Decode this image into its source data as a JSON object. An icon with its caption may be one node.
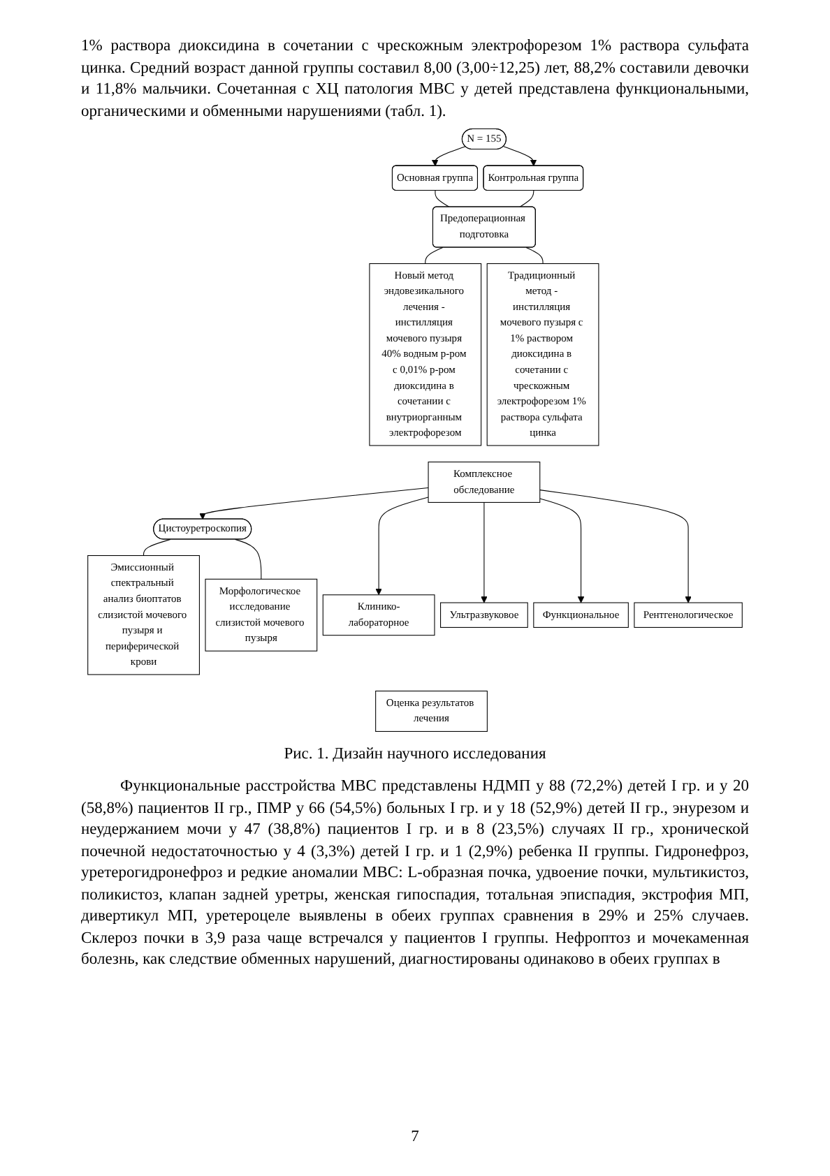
{
  "diagram": {
    "caption": "Рис. 1. Дизайн научного исследования",
    "nodes": [
      {
        "text": [
          "N = 155"
        ]
      },
      {
        "text": [
          "Основная группа"
        ]
      },
      {
        "text": [
          "Контрольная группа"
        ]
      },
      {
        "text": [
          "Предоперационная подготовка"
        ]
      },
      {
        "text": [
          "Новый метод эндовезикального лечения - инстилляция мочевого пузыря 40% водным р-ром с 0,01% р-ром диоксидина в сочетании с внутриорганным электрофорезом"
        ]
      },
      {
        "text": [
          "Традиционный метод - инстилляция мочевого пузыря с 1% раствором диоксидина в сочетании с чрескожным электрофорезом 1% раствора сульфата цинка"
        ]
      },
      {
        "text": [
          "Комплексное обследование"
        ]
      },
      {
        "text": [
          "Цистоуретроскопия"
        ]
      },
      {
        "text": [
          "Эмиссионный спектральный анализ биоптатов слизистой мочевого пузыря и периферической крови"
        ]
      },
      {
        "text": [
          "Морфологическое исследование слизистой мочевого пузыря"
        ]
      },
      {
        "text": [
          "Клинико-лабораторное"
        ]
      },
      {
        "text": [
          "Ультразвуковое"
        ]
      },
      {
        "text": [
          "Функциональное"
        ]
      },
      {
        "text": [
          "Рентгенологическое"
        ]
      },
      {
        "text": [
          "Оценка результатов лечения"
        ]
      }
    ],
    "edges": [
      {
        "from": 0,
        "to": 1,
        "arrow": "to"
      },
      {
        "from": 0,
        "to": 2,
        "arrow": "to"
      },
      {
        "from": 1,
        "to": 3,
        "arrow": "none"
      },
      {
        "from": 2,
        "to": 3,
        "arrow": "none"
      },
      {
        "from": 3,
        "to": 4,
        "arrow": "none"
      },
      {
        "from": 3,
        "to": 5,
        "arrow": "none"
      },
      {
        "from": 6,
        "to": 7,
        "arrow": "to"
      },
      {
        "from": 6,
        "to": 10,
        "arrow": "to"
      },
      {
        "from": 6,
        "to": 11,
        "arrow": "to"
      },
      {
        "from": 6,
        "to": 12,
        "arrow": "to"
      },
      {
        "from": 6,
        "to": 13,
        "arrow": "to"
      },
      {
        "from": 7,
        "to": 8,
        "arrow": "none"
      },
      {
        "from": 7,
        "to": 9,
        "arrow": "none"
      }
    ],
    "labels": [
      "1% раствора диоксидина в сочетании с чрескожным электрофорезом 1% раствора сульфата цинка. Средний возраст данной группы составил 8,00 (3,00÷12,25) лет, 88,2% составили девочки и 11,8% мальчики. Сочетанная с ХЦ патология МВС у детей представлена функциональными, органическими и обменными нарушениями (табл. 1).",
      "Функциональные расстройства МВС представлены НДМП у 88 (72,2%) детей I гр. и у 20 (58,8%) пациентов II гр., ПМР у 66 (54,5%) больных I гр. и у 18 (52,9%) детей II гр., энурезом и неудержанием мочи у 47 (38,8%) пациентов I гр. и в 8 (23,5%) случаях II гр., хронической почечной недостаточностью у 4 (3,3%) детей I гр. и 1 (2,9%) ребенка II группы. Гидронефроз, уретерогидронефроз и редкие аномалии МВС: L-образная почка, удвоение почки, мультикистоз, поликистоз, клапан задней уретры, женская гипоспадия, тотальная эписпадия, экстрофия МП, дивертикул МП, уретероцеле выявлены в обеих группах сравнения в 29% и 25% случаев. Склероз почки в 3,9 раза чаще встречался у пациентов I группы. Нефроптоз и мочекаменная болезнь, как следствие обменных нарушений, диагностированы одинаково в обеих группах в",
      "7"
    ]
  }
}
